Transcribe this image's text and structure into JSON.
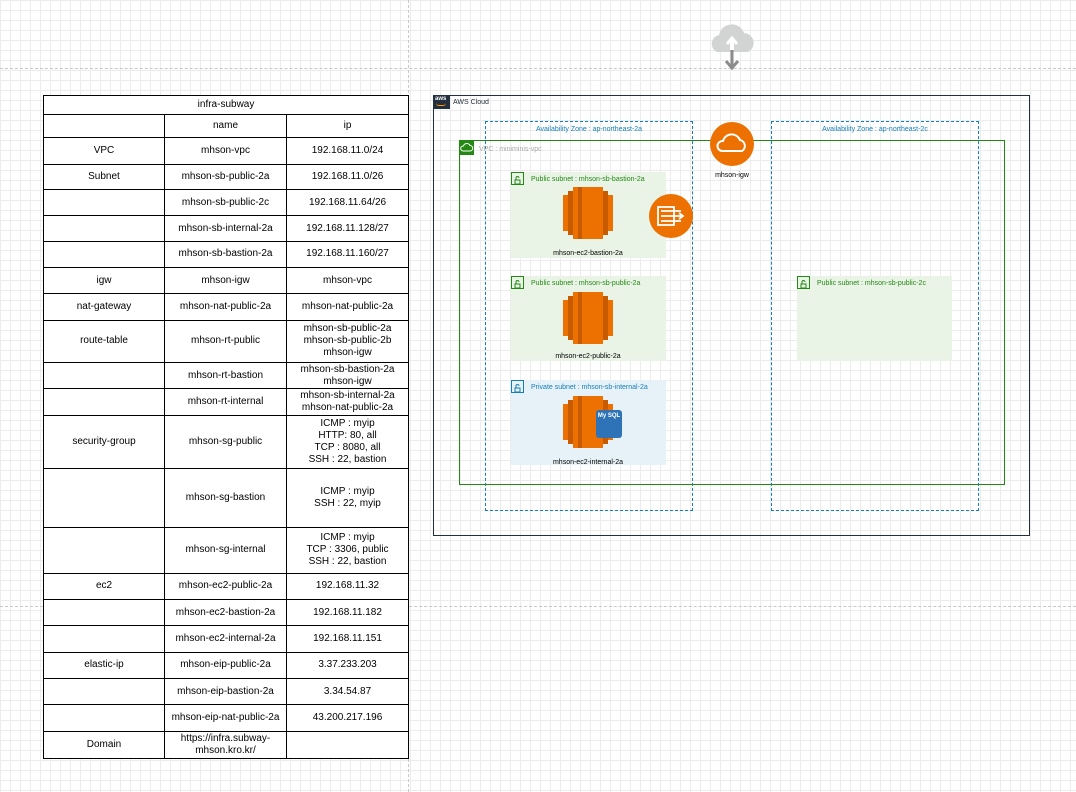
{
  "table": {
    "title": "infra-subway",
    "headers": [
      "",
      "name",
      "ip"
    ],
    "rows": [
      [
        "VPC",
        "mhson-vpc",
        "192.168.11.0/24"
      ],
      [
        "Subnet",
        "mhson-sb-public-2a",
        "192.168.11.0/26"
      ],
      [
        "",
        "mhson-sb-public-2c",
        "192.168.11.64/26"
      ],
      [
        "",
        "mhson-sb-internal-2a",
        "192.168.11.128/27"
      ],
      [
        "",
        "mhson-sb-bastion-2a",
        "192.168.11.160/27"
      ],
      [
        "igw",
        "mhson-igw",
        "mhson-vpc"
      ],
      [
        "nat-gateway",
        "mhson-nat-public-2a",
        "mhson-nat-public-2a"
      ],
      [
        "route-table",
        "mhson-rt-public",
        "mhson-sb-public-2a\nmhson-sb-public-2b\nmhson-igw"
      ],
      [
        "",
        "mhson-rt-bastion",
        "mhson-sb-bastion-2a\nmhson-igw"
      ],
      [
        "",
        "mhson-rt-internal",
        "mhson-sb-internal-2a\nmhson-nat-public-2a"
      ],
      [
        "security-group",
        "mhson-sg-public",
        "ICMP : myip\nHTTP: 80, all\nTCP : 8080, all\nSSH : 22, bastion"
      ],
      [
        "",
        "mhson-sg-bastion",
        "ICMP : myip\nSSH : 22, myip"
      ],
      [
        "",
        "mhson-sg-internal",
        "ICMP : myip\nTCP : 3306, public\nSSH : 22, bastion"
      ],
      [
        "ec2",
        "mhson-ec2-public-2a",
        "192.168.11.32"
      ],
      [
        "",
        "mhson-ec2-bastion-2a",
        "192.168.11.182"
      ],
      [
        "",
        "mhson-ec2-internal-2a",
        "192.168.11.151"
      ],
      [
        "elastic-ip",
        "mhson-eip-public-2a",
        "3.37.233.203"
      ],
      [
        "",
        "mhson-eip-bastion-2a",
        "3.34.54.87"
      ],
      [
        "",
        "mhson-eip-nat-public-2a",
        "43.200.217.196"
      ],
      [
        "Domain",
        "https://infra.subway-\nmhson.kro.kr/",
        ""
      ]
    ]
  },
  "diagram": {
    "cloud_label": "AWS Cloud",
    "cloud_badge": "aws",
    "az_left": "Availability Zone : ap-northeast-2a",
    "az_right": "Availability Zone : ap-northeast-2c",
    "vpc_label": "VPC : miniminis-vpc",
    "igw_caption": "mhson-igw",
    "subnet_bastion": "Public subnet : mhson-sb-bastion-2a",
    "subnet_public_2a": "Public subnet : mhson-sb-public-2a",
    "subnet_public_2c": "Public subnet : mhson-sb-public-2c",
    "subnet_internal": "Private subnet : mhson-sb-internal-2a",
    "ec2_bastion": "mhson-ec2-bastion-2a",
    "ec2_public": "mhson-ec2-public-2a",
    "ec2_internal": "mhson-ec2-internal-2a",
    "mysql_label": "My SQL"
  },
  "colors": {
    "public_green": "#248814",
    "public_fill": "#e9f3e6",
    "private_blue": "#147eba",
    "private_fill": "#e6f2f8",
    "az_blue": "#147eba",
    "aws_orange": "#ed7100"
  },
  "icons": [
    "internet-cloud-icon",
    "aws-logo-icon",
    "vpc-cloud-icon",
    "lock-icon",
    "ec2-instance-icon",
    "nat-gateway-icon",
    "internet-gateway-icon",
    "mysql-icon"
  ]
}
